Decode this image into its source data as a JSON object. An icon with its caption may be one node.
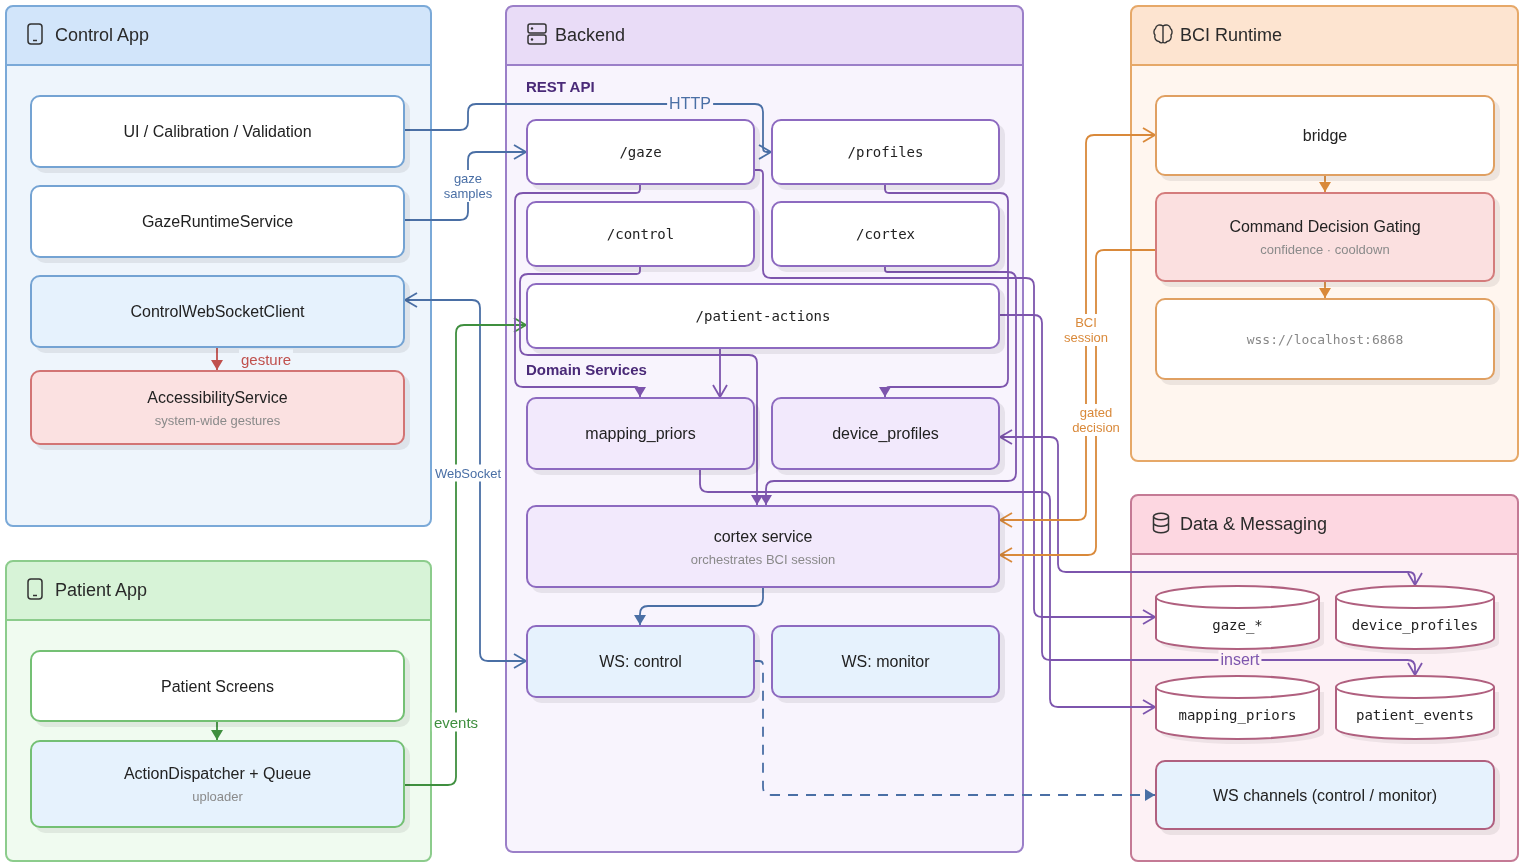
{
  "diagram": {
    "nodes": [
      {
        "text": [
          "Control App"
        ]
      },
      {
        "text": [
          "UI / Calibration / Validation"
        ],
        "in": 0
      },
      {
        "text": [
          "GazeRuntimeService"
        ],
        "in": 0
      },
      {
        "text": [
          "ControlWebSocketClient"
        ],
        "in": 0
      },
      {
        "text": [
          "AccessibilityService",
          "system-wide gestures"
        ],
        "in": 0
      },
      {
        "text": [
          "Backend"
        ]
      },
      {
        "text": [
          "/gaze"
        ],
        "in": 5
      },
      {
        "text": [
          "/profiles"
        ],
        "in": 5
      },
      {
        "text": [
          "/control"
        ],
        "in": 5
      },
      {
        "text": [
          "/cortex"
        ],
        "in": 5
      },
      {
        "text": [
          "/patient-actions"
        ],
        "in": 5
      },
      {
        "text": [
          "mapping_priors"
        ],
        "in": 5
      },
      {
        "text": [
          "device_profiles"
        ],
        "in": 5
      },
      {
        "text": [
          "cortex service",
          "orchestrates BCI session"
        ],
        "in": 5
      },
      {
        "text": [
          "WS: control"
        ],
        "in": 5
      },
      {
        "text": [
          "WS: monitor"
        ],
        "in": 5
      },
      {
        "text": [
          "BCI Runtime"
        ]
      },
      {
        "text": [
          "bridge"
        ],
        "in": 16
      },
      {
        "text": [
          "Command Decision Gating",
          "confidence · cooldown"
        ],
        "in": 16
      },
      {
        "text": [
          "wss://localhost:6868"
        ],
        "in": 16
      },
      {
        "text": [
          "Patient App"
        ]
      },
      {
        "text": [
          "Patient Screens"
        ],
        "in": 20
      },
      {
        "text": [
          "ActionDispatcher + Queue",
          "uploader"
        ],
        "in": 20
      },
      {
        "text": [
          "Data & Messaging"
        ]
      },
      {
        "text": [
          "gaze_*"
        ],
        "in": 23
      },
      {
        "text": [
          "device_profiles"
        ],
        "in": 23
      },
      {
        "text": [
          "mapping_priors"
        ],
        "in": 23
      },
      {
        "text": [
          "patient_events"
        ],
        "in": 23
      },
      {
        "text": [
          "WS channels (control / monitor)"
        ],
        "in": 23
      }
    ],
    "edges": [
      {
        "from": 1,
        "to": 7,
        "arrow": "to",
        "label": "HTTP",
        "color": "#4a6fa5"
      },
      {
        "from": 2,
        "to": 6,
        "arrow": "to",
        "label": "gaze samples",
        "color": "#4a6fa5"
      },
      {
        "from": 3,
        "to": 14,
        "arrow": "both",
        "label": "WebSocket",
        "color": "#4a6fa5"
      },
      {
        "from": 3,
        "to": 4,
        "arrow": "to",
        "label": "gesture",
        "color": "#c0504d"
      },
      {
        "from": 21,
        "to": 22,
        "arrow": "to",
        "color": "#3f8f3f"
      },
      {
        "from": 22,
        "to": 10,
        "arrow": "to",
        "label": "events",
        "color": "#3f8f3f"
      },
      {
        "from": 6,
        "to": 11,
        "arrow": "to"
      },
      {
        "from": 8,
        "to": 13,
        "arrow": "to"
      },
      {
        "from": 7,
        "to": 12,
        "arrow": "to"
      },
      {
        "from": 9,
        "to": 13,
        "arrow": "to"
      },
      {
        "from": 10,
        "to": 11,
        "arrow": "to"
      },
      {
        "from": 6,
        "to": 24,
        "arrow": "to"
      },
      {
        "from": 10,
        "to": 27,
        "arrow": "to",
        "label": "insert"
      },
      {
        "from": 11,
        "to": 26,
        "arrow": "to"
      },
      {
        "from": 12,
        "to": 25,
        "arrow": "both"
      },
      {
        "from": 13,
        "to": 14,
        "arrow": "to",
        "color": "#4a6fa5"
      },
      {
        "from": 14,
        "to": 28,
        "arrow": "to",
        "style": "dashed",
        "color": "#4a6fa5"
      },
      {
        "from": 13,
        "to": 17,
        "arrow": "both",
        "label": "BCI session",
        "color": "#d9893a"
      },
      {
        "from": 18,
        "to": 13,
        "arrow": "to",
        "label": "gated decision",
        "color": "#d9893a"
      },
      {
        "from": 17,
        "to": 18,
        "arrow": "to",
        "color": "#d9893a"
      },
      {
        "from": 18,
        "to": 19,
        "arrow": "to",
        "color": "#d9893a"
      }
    ],
    "labels": [
      "REST API",
      "Domain Services"
    ]
  }
}
